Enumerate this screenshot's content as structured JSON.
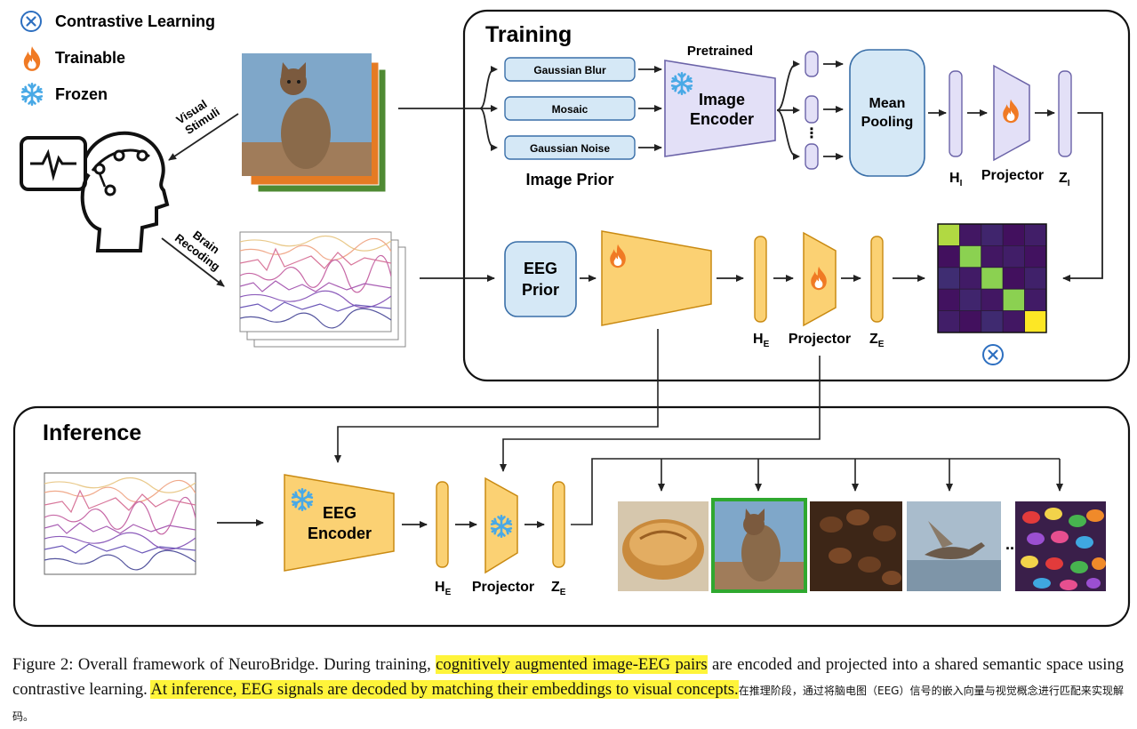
{
  "legend": {
    "contrastive": "Contrastive Learning",
    "trainable": "Trainable",
    "frozen": "Frozen"
  },
  "left": {
    "visual_stimuli_1": "Visual",
    "visual_stimuli_2": "Stimuli",
    "brain_recording_1": "Brain",
    "brain_recording_2": "Recoding"
  },
  "training": {
    "title": "Training",
    "pretrained": "Pretrained",
    "aug_blur": "Gaussian Blur",
    "aug_mosaic": "Mosaic",
    "aug_noise": "Gaussian Noise",
    "image_prior": "Image Prior",
    "image_encoder_1": "Image",
    "image_encoder_2": "Encoder",
    "mean_pooling_1": "Mean",
    "mean_pooling_2": "Pooling",
    "h_i": "H",
    "h_i_sub": "I",
    "projector_img": "Projector",
    "z_i": "Z",
    "z_i_sub": "I",
    "eeg_prior_1": "EEG",
    "eeg_prior_2": "Prior",
    "h_e": "H",
    "h_e_sub": "E",
    "projector_eeg": "Projector",
    "z_e": "Z",
    "z_e_sub": "E",
    "ellipsis": "⋮"
  },
  "inference": {
    "title": "Inference",
    "eeg_encoder_1": "EEG",
    "eeg_encoder_2": "Encoder",
    "h_e": "H",
    "h_e_sub": "E",
    "projector": "Projector",
    "z_e": "Z",
    "z_e_sub": "E",
    "ellipsis": "..."
  },
  "similarity_matrix": [
    [
      0.95,
      0.15,
      0.25,
      0.1,
      0.2
    ],
    [
      0.1,
      0.9,
      0.15,
      0.2,
      0.12
    ],
    [
      0.3,
      0.18,
      0.88,
      0.1,
      0.22
    ],
    [
      0.12,
      0.25,
      0.15,
      0.85,
      0.18
    ],
    [
      0.2,
      0.1,
      0.28,
      0.15,
      1.0
    ]
  ],
  "caption": {
    "prefix": "Figure 2: Overall framework of NeuroBridge. During training, ",
    "hl1": "cognitively augmented image-EEG pairs",
    "mid": " are encoded and projected into a shared semantic space using contrastive learning. ",
    "hl2": "At inference, EEG signals are decoded by matching their embeddings to visual concepts.",
    "cn": "在推理阶段，通过将脑电图（EEG）信号的嵌入向量与视觉概念进行匹配来实现解码。"
  },
  "colors": {
    "box_blue": "#d5e8f6",
    "box_blue_stroke": "#3a6fa8",
    "lavender": "#e3e0f7",
    "lavender_stroke": "#6b63a8",
    "orange": "#fbd173",
    "orange_stroke": "#c98a12",
    "flame": "#f07a24",
    "snow": "#49a9e6",
    "match_green": "#2fa82f"
  }
}
